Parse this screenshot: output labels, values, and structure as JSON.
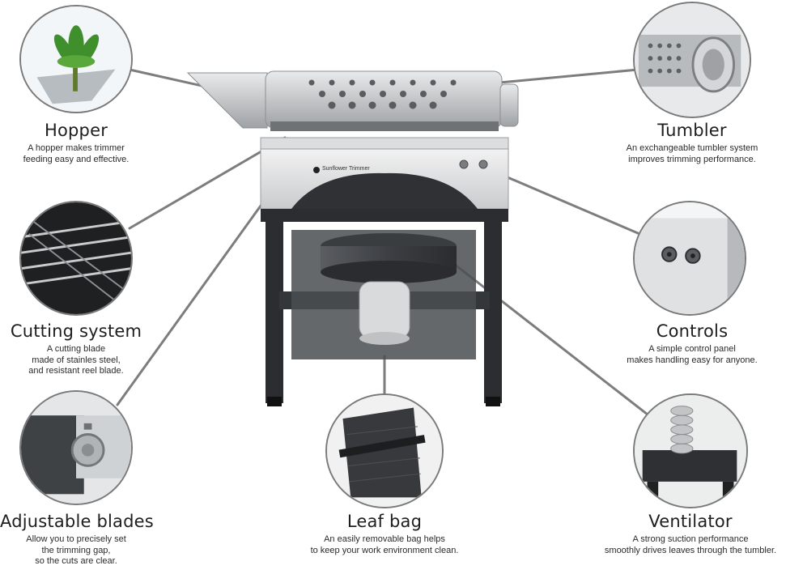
{
  "brand": {
    "name": "Sunflower Trimmer"
  },
  "features": [
    {
      "title": "Hopper",
      "description": [
        "A hopper makes trimmer",
        "feeding easy and effective."
      ],
      "icon": "hopper-detail"
    },
    {
      "title": "Tumbler",
      "description": [
        "An exchangeable tumbler system",
        "improves trimming performance."
      ],
      "icon": "tumbler-detail"
    },
    {
      "title": "Cutting system",
      "description": [
        "A cutting blade",
        "made of stainles steel,",
        "and resistant reel blade."
      ],
      "icon": "cutting-system-detail"
    },
    {
      "title": "Controls",
      "description": [
        "A simple control panel",
        "makes handling easy for anyone."
      ],
      "icon": "controls-detail"
    },
    {
      "title": "Adjustable blades",
      "description": [
        "Allow you to precisely set",
        "the trimming gap,",
        "so the cuts are clear."
      ],
      "icon": "adjustable-blades-detail"
    },
    {
      "title": "Leaf bag",
      "description": [
        "An easily removable bag helps",
        "to keep your work environment clean."
      ],
      "icon": "leaf-bag-detail"
    },
    {
      "title": "Ventilator",
      "description": [
        "A strong suction performance",
        "smoothly drives leaves through the tumbler."
      ],
      "icon": "ventilator-detail"
    }
  ],
  "colors": {
    "leader_line": "#7d7d7d",
    "steel": "#c9cbcd",
    "frame": "#2b2d30",
    "text": "#1e1e1e"
  }
}
